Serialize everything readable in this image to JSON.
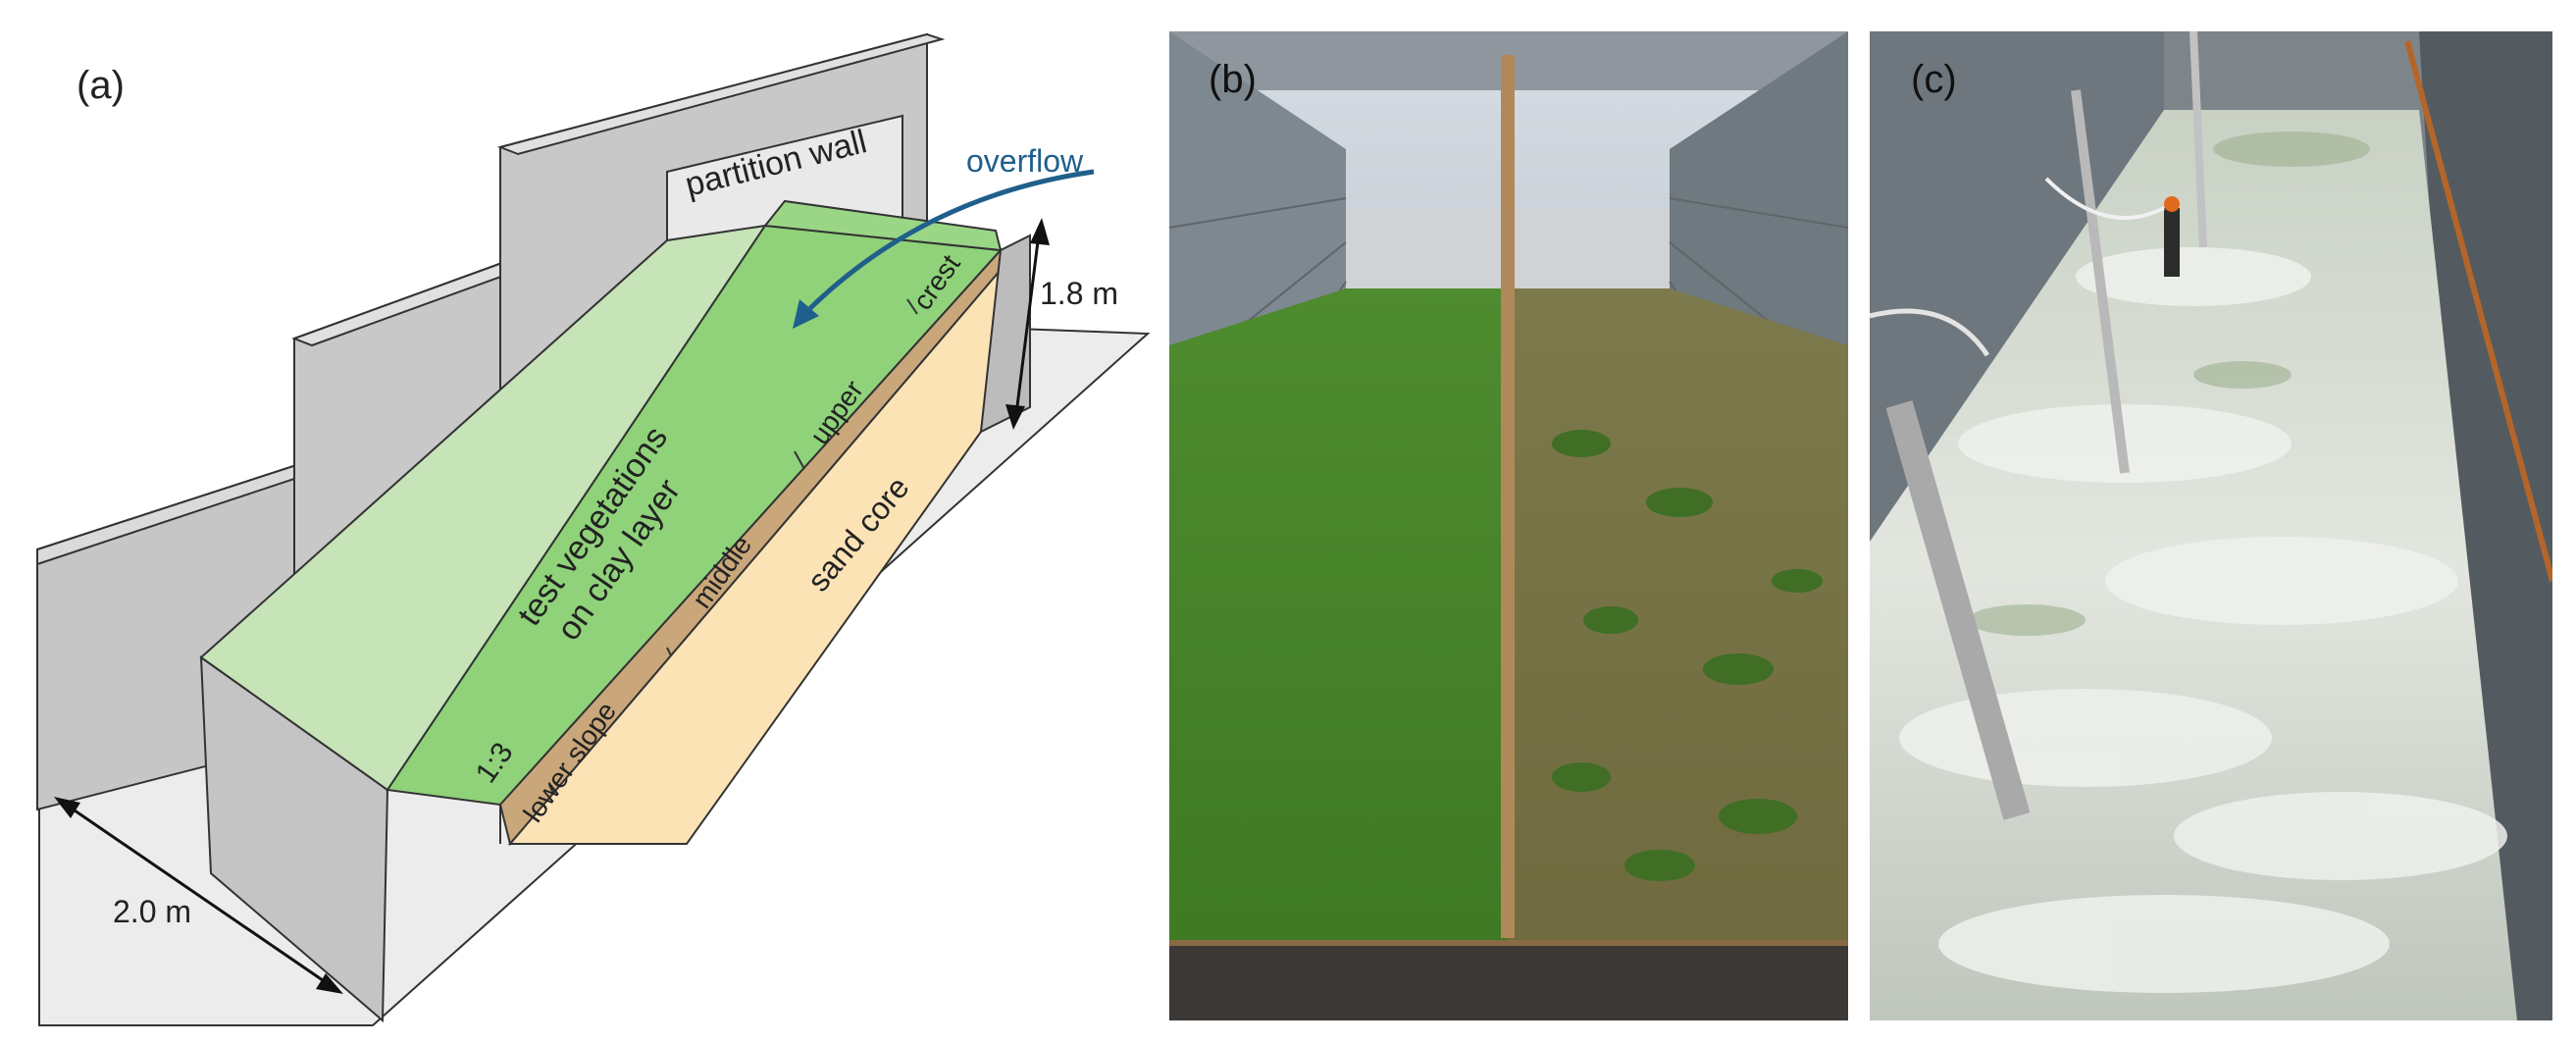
{
  "panels": {
    "a": {
      "label": "(a)",
      "texts": {
        "partition_wall": "partition wall",
        "overflow": "overflow",
        "height": "1.8 m",
        "width": "2.0 m",
        "test_vegetations_line1": "test vegetations",
        "test_vegetations_line2": "on clay layer",
        "slope_ratio": "1:3",
        "lower_slope": "lower slope",
        "middle": "middle",
        "upper": "upper",
        "crest": "crest",
        "sand_core": "sand core"
      },
      "colors": {
        "vegetation": "#8fd27a",
        "vegetation_light": "#c8e6b8",
        "clay": "#c9a77a",
        "sand": "#fbe3b6",
        "wall": "#c8c8c8",
        "wall_dark": "#a8a8a8",
        "arrow": "#1f5f8b"
      }
    },
    "b": {
      "label": "(b)"
    },
    "c": {
      "label": "(c)"
    }
  }
}
